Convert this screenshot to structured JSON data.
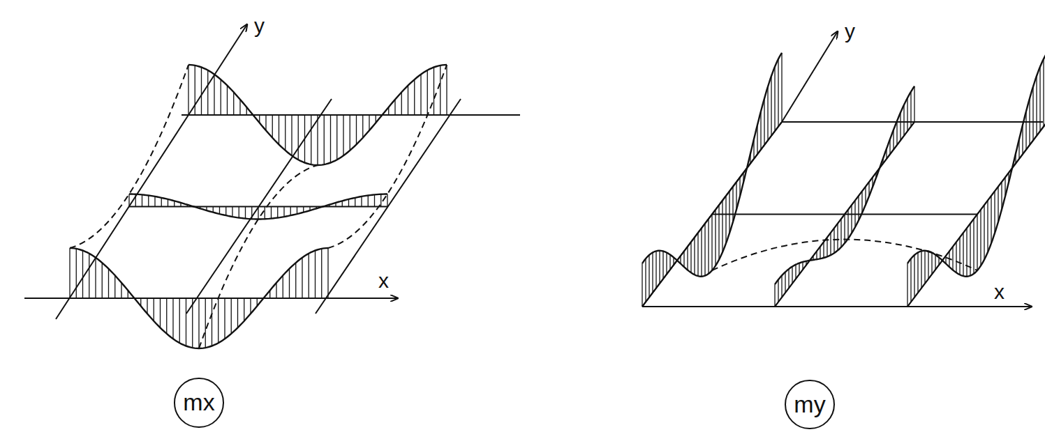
{
  "diagram": {
    "nodes": [
      {
        "text": [
          "mx"
        ]
      },
      {
        "text": [
          "my"
        ]
      }
    ],
    "labels": [
      "y",
      "x",
      "y",
      "x"
    ]
  }
}
